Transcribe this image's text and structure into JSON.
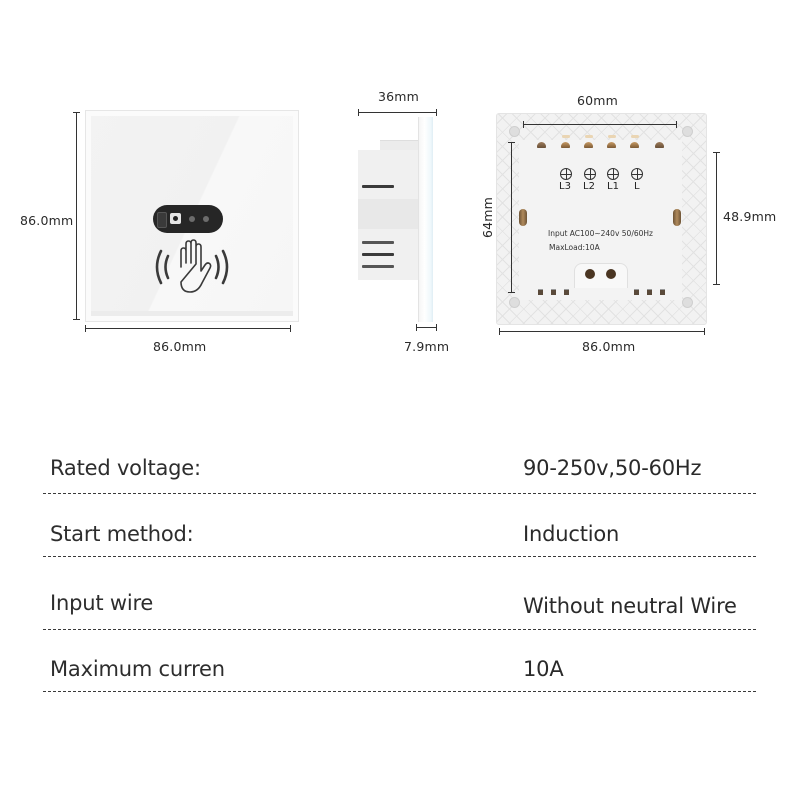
{
  "product_diagram": {
    "front_view": {
      "height_label": "86.0mm",
      "width_label": "86.0mm",
      "icons": [
        "proximity-sensor-icon",
        "hand-wave-icon"
      ]
    },
    "side_view": {
      "depth_label": "36mm",
      "plate_thickness_label": "7.9mm"
    },
    "back_view": {
      "top_width_label": "60mm",
      "left_height_label": "64mm",
      "right_height_label": "48.9mm",
      "bottom_width_label": "86.0mm",
      "terminals": [
        "L3",
        "L2",
        "L1",
        "L"
      ],
      "input_print": "Input AC100~240v  50/60Hz",
      "maxload_print": "MaxLoad:10A"
    }
  },
  "specs": {
    "rows": [
      {
        "label": "Rated voltage:",
        "value": "90-250v,50-60Hz"
      },
      {
        "label": "Start method:",
        "value": "Induction"
      },
      {
        "label": "Input wire",
        "value": "Without neutral Wire"
      },
      {
        "label": "Maximum curren",
        "value": "10A"
      }
    ]
  },
  "colors": {
    "text": "#2d2d2d",
    "panel": "#f3f3f3",
    "sensor": "#262626",
    "terminal_brass": "#b08a5c"
  }
}
